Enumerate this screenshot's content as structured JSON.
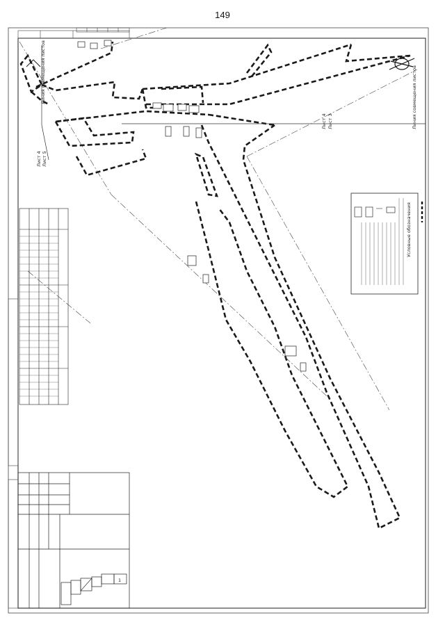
{
  "page_number": "149",
  "sheet_labels": {
    "sheet_3": "Лист 3",
    "sheet_4_top": "Лист 4",
    "sheet_4_left": "Лист 4",
    "sheet_5": "Лист 5",
    "match_line_right": "Линия совмещения листов",
    "match_line_left": "Линия совмещения листов"
  },
  "legend": {
    "title": "Условные обозначения"
  },
  "title_block": {
    "sheet_num": "1"
  },
  "colors": {
    "ink": "#1a1a1a",
    "frame": "#333333",
    "paper": "#ffffff"
  }
}
